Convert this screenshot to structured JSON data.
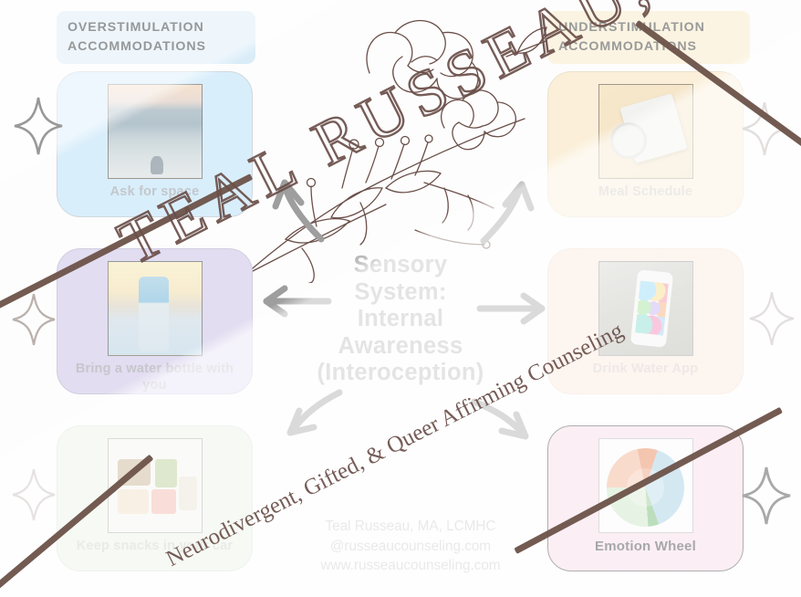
{
  "headers": {
    "overstimulation": "OVERSTIMULATION\nACCOMMODATIONS",
    "understimulation": "UNDERSTIMULATION\nACCOMMODATIONS"
  },
  "center": {
    "title": "Sensory\nSystem:\nInternal\nAwareness\n(Interoception)"
  },
  "cards": {
    "left": [
      {
        "id": "ask",
        "caption": "Ask for space",
        "bg": "#d9eefb",
        "thumb": "calm-ocean-photo"
      },
      {
        "id": "bottle",
        "caption": "Bring a water\nbottle with you",
        "bg": "#e2ddf1",
        "thumb": "water-bottle-photo"
      },
      {
        "id": "snack",
        "caption": "Keep snacks in\nyour car",
        "bg": "#e7efe1",
        "thumb": "snack-box-photo"
      }
    ],
    "right": [
      {
        "id": "meal",
        "caption": "Meal Schedule",
        "bg": "#fbefd9",
        "thumb": "alarm-clock-notebook-photo"
      },
      {
        "id": "app",
        "caption": "Drink Water App",
        "bg": "#fbe4d7",
        "thumb": "hand-holding-phone-photo"
      },
      {
        "id": "wheel",
        "caption": "Emotion Wheel",
        "bg": "#f4d4e2",
        "thumb": "emotion-wheel-chart"
      }
    ]
  },
  "footer": {
    "text": "Teal Russeau, MA, LCMHC\n@russeaucounseling.com\nwww.russeaucounseling.com"
  },
  "watermark": {
    "name": "TEAL RUSSEAU, MA, LCMHC",
    "tagline": "Neurodivergent, Gifted, & Queer Affirming Counseling"
  },
  "colors": {
    "header_over_bg": "#d9ecf8",
    "header_under_bg": "#fbf4e2",
    "watermark": "#6b4f49",
    "caption_muted": "#c3c7cb",
    "title_gray": "#b9b9b9"
  }
}
